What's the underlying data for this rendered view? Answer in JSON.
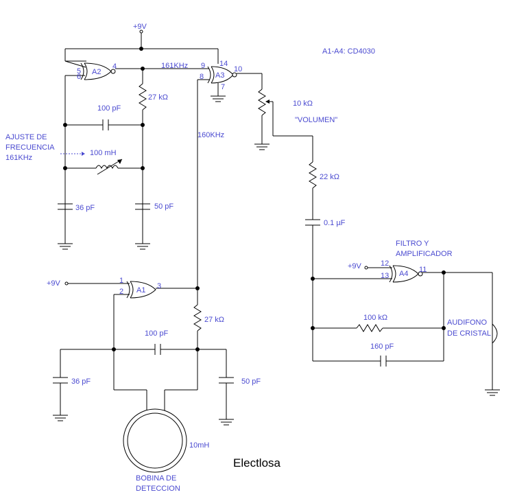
{
  "labels": {
    "vcc_top": "+9V",
    "ic_types": "A1-A4: CD4030",
    "freq_161": "161KHz",
    "freq_160": "160KHz",
    "adjust_l1": "AJUSTE DE",
    "adjust_l2": "FRECUENCIA",
    "adjust_l3": "161KHz",
    "pot_value": "10 kΩ",
    "pot_name": "\"VOLUMEN\"",
    "filter_l1": "FILTRO Y",
    "filter_l2": "AMPLIFICADOR",
    "vcc_a1": "+9V",
    "vcc_a4": "+9V",
    "earphone_l1": "AUDIFONO",
    "earphone_l2": "DE CRISTAL",
    "coil_l1": "BOBINA DE",
    "coil_l2": "DETECCION",
    "brand": "Electlosa"
  },
  "gates": {
    "a1": {
      "name": "A1",
      "in1": "1",
      "in2": "2",
      "out": "3"
    },
    "a2": {
      "name": "A2",
      "in1": "5",
      "in2": "6",
      "out": "4"
    },
    "a3": {
      "name": "A3",
      "in1": "9",
      "in2": "8",
      "out": "10",
      "vdd": "14",
      "gnd": "7"
    },
    "a4": {
      "name": "A4",
      "in1": "12",
      "in2": "13",
      "out": "11"
    }
  },
  "components": {
    "r_top": "27 kΩ",
    "c_top": "100 pF",
    "l_top": "100 mH",
    "c36_top": "36 pF",
    "c50_top": "50 pF",
    "r_bottom": "27 kΩ",
    "c_bottom": "100 pF",
    "c36_bottom": "36 pF",
    "c50_bottom": "50 pF",
    "coil": "10mH",
    "r22": "22 kΩ",
    "c01": "0.1 µF",
    "r100": "100 kΩ",
    "c160": "160 pF"
  }
}
